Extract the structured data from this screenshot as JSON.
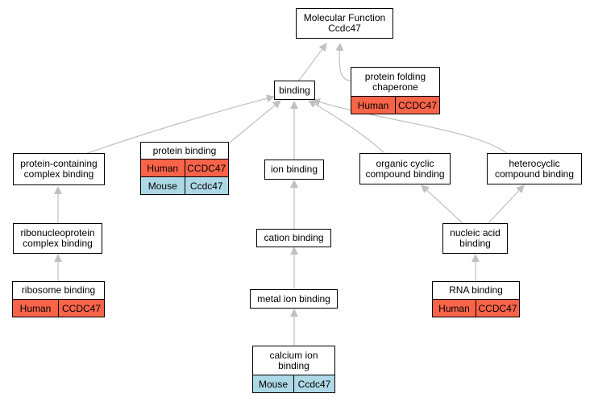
{
  "diagram": {
    "nodes": {
      "molecular_function": {
        "lines": [
          "Molecular Function",
          "Ccdc47"
        ]
      },
      "binding": {
        "lines": [
          "binding"
        ]
      },
      "protein_folding_chaperone": {
        "lines": [
          "protein folding",
          "chaperone"
        ],
        "genes": [
          {
            "species": "Human",
            "gene": "CCDC47"
          }
        ]
      },
      "protein_containing_complex_binding": {
        "lines": [
          "protein-containing",
          "complex binding"
        ]
      },
      "protein_binding": {
        "lines": [
          "protein binding"
        ],
        "genes": [
          {
            "species": "Human",
            "gene": "CCDC47"
          },
          {
            "species": "Mouse",
            "gene": "Ccdc47"
          }
        ]
      },
      "ion_binding": {
        "lines": [
          "ion binding"
        ]
      },
      "organic_cyclic_compound_binding": {
        "lines": [
          "organic cyclic",
          "compound binding"
        ]
      },
      "heterocyclic_compound_binding": {
        "lines": [
          "heterocyclic",
          "compound binding"
        ]
      },
      "ribonucleoprotein_complex_binding": {
        "lines": [
          "ribonucleoprotein",
          "complex binding"
        ]
      },
      "cation_binding": {
        "lines": [
          "cation binding"
        ]
      },
      "nucleic_acid_binding": {
        "lines": [
          "nucleic acid",
          "binding"
        ]
      },
      "ribosome_binding": {
        "lines": [
          "ribosome binding"
        ],
        "genes": [
          {
            "species": "Human",
            "gene": "CCDC47"
          }
        ]
      },
      "metal_ion_binding": {
        "lines": [
          "metal ion binding"
        ]
      },
      "rna_binding": {
        "lines": [
          "RNA binding"
        ],
        "genes": [
          {
            "species": "Human",
            "gene": "CCDC47"
          }
        ]
      },
      "calcium_ion_binding": {
        "lines": [
          "calcium ion",
          "binding"
        ],
        "genes": [
          {
            "species": "Mouse",
            "gene": "Ccdc47"
          }
        ]
      }
    },
    "colors": {
      "human": "#f96449",
      "mouse": "#add8e6",
      "edge": "#c0c0c0",
      "border": "#000000"
    }
  }
}
